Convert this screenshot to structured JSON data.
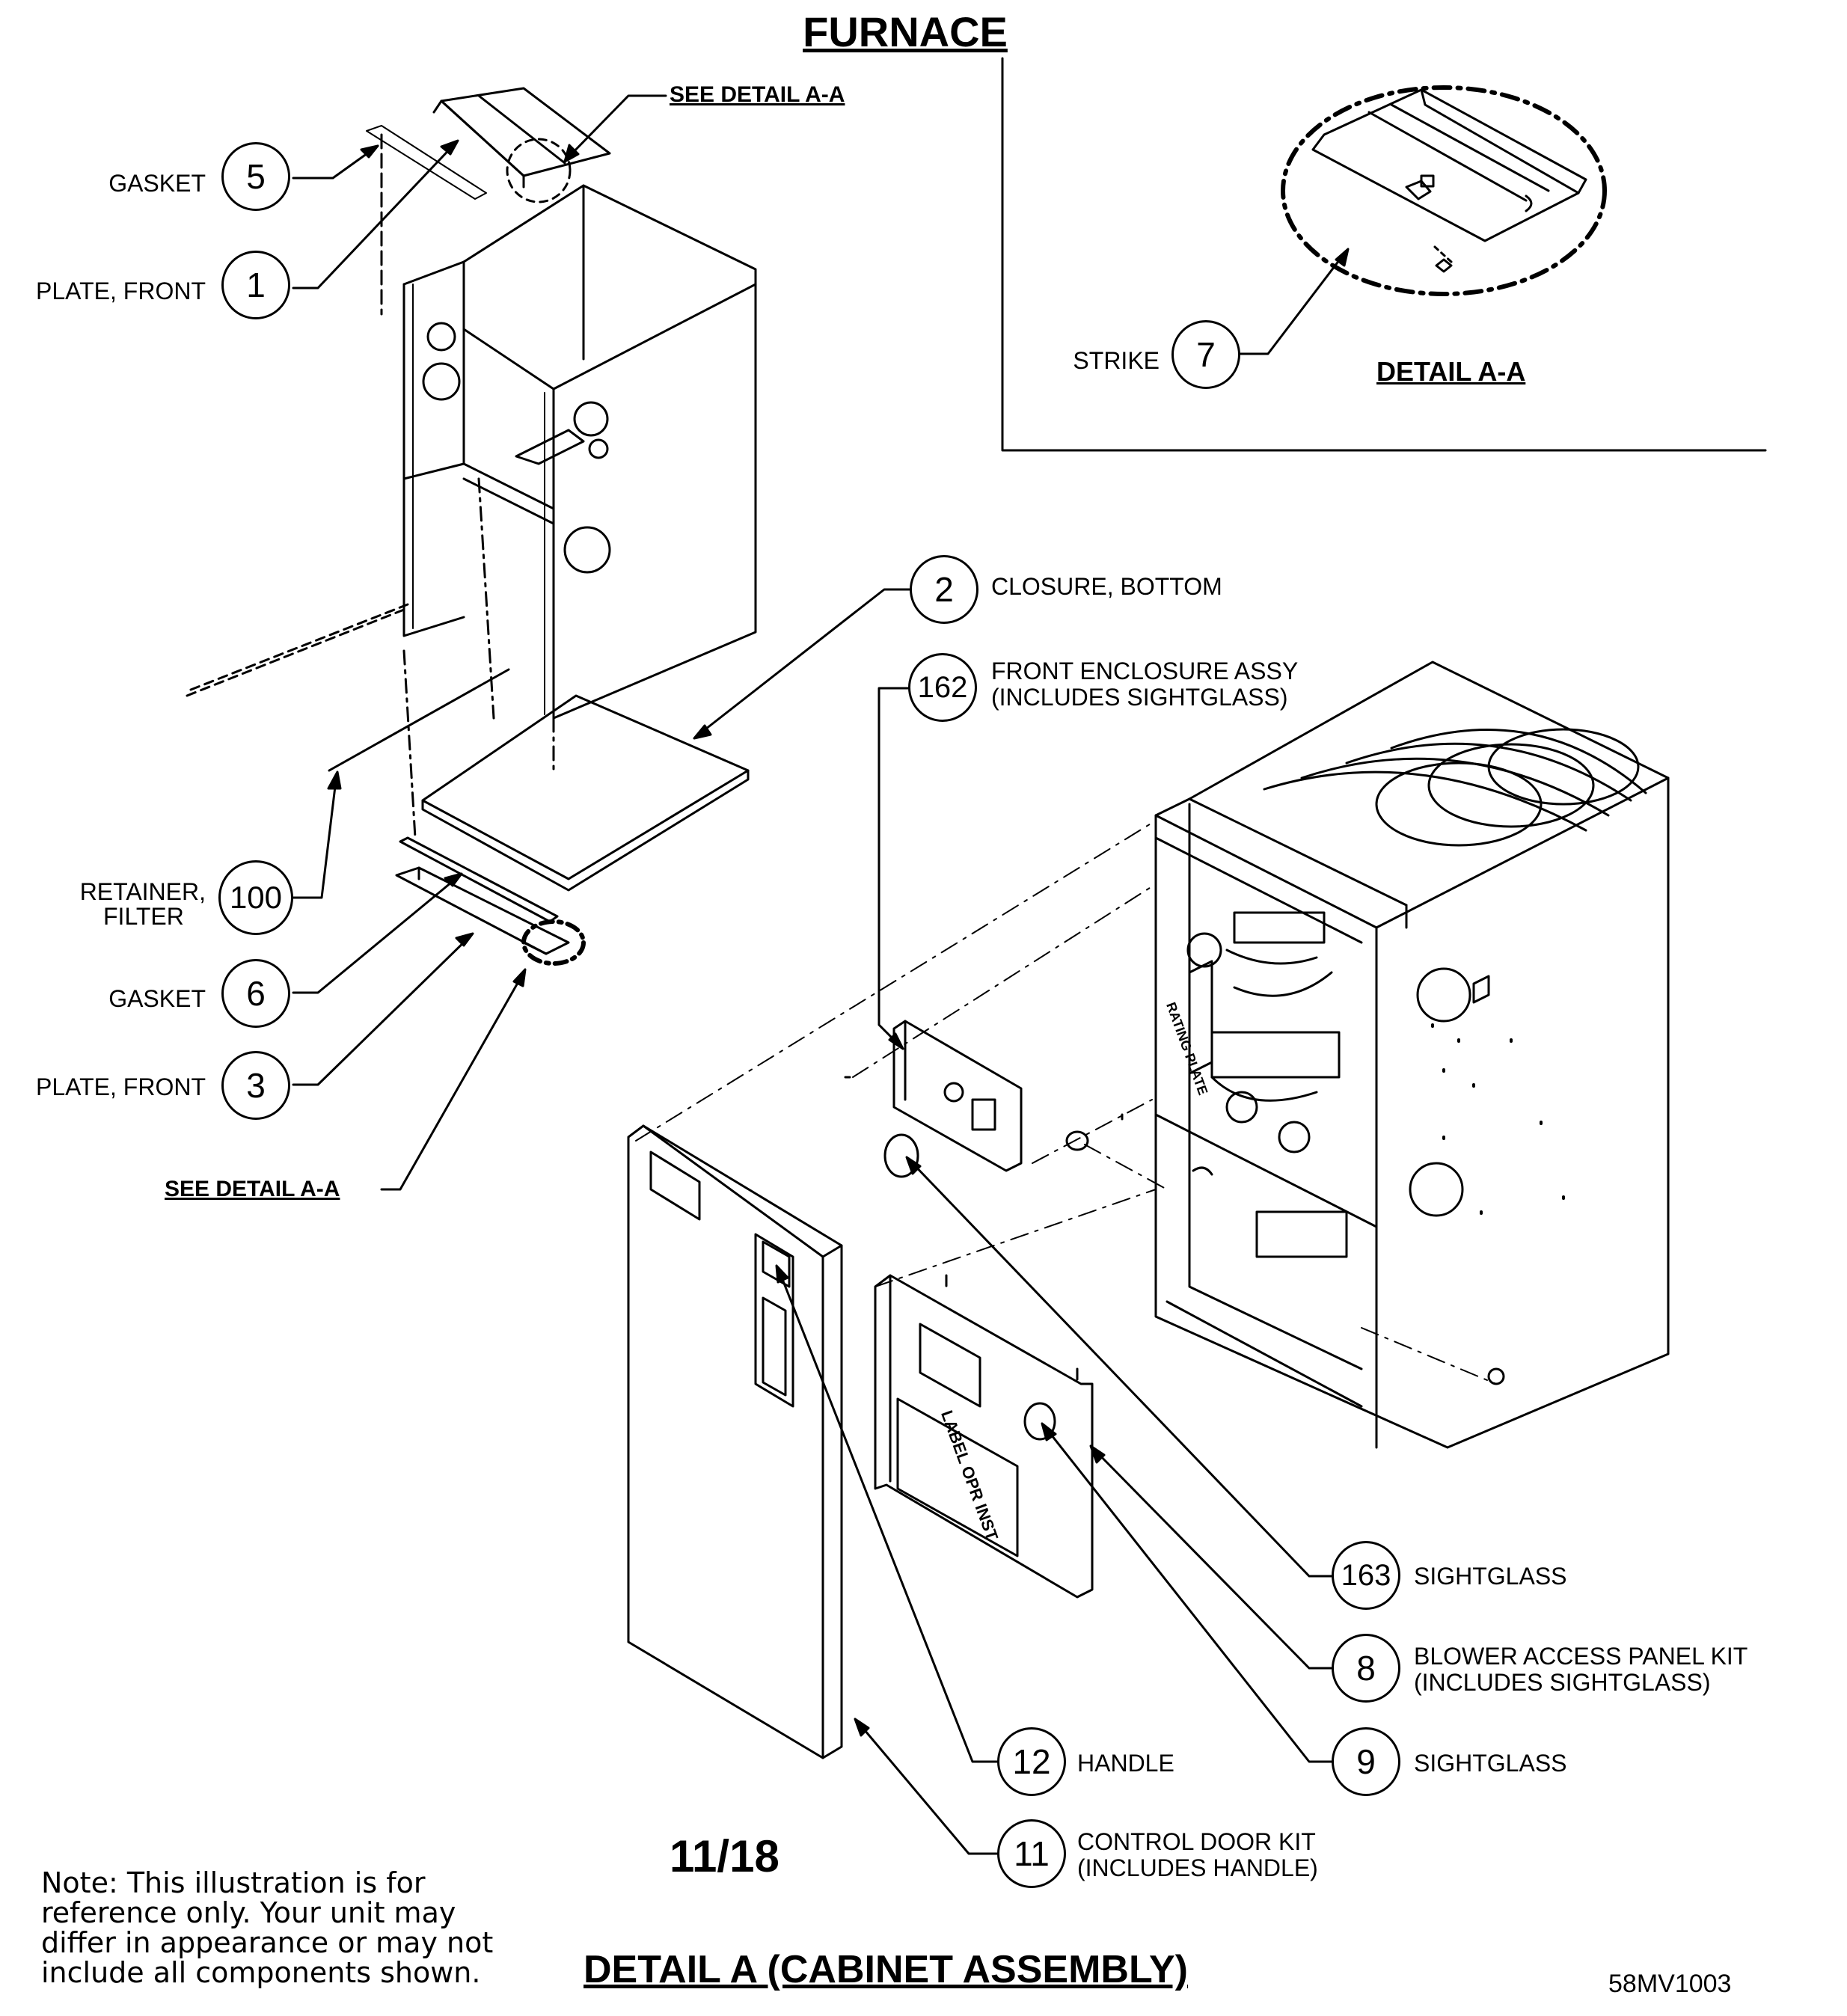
{
  "header": {
    "title": "FURNACE"
  },
  "detail_aa": {
    "heading": "DETAIL A-A"
  },
  "see_detail_top": "SEE DETAIL A-A",
  "see_detail_bottom": "SEE DETAIL A-A",
  "parts": [
    {
      "num": "5",
      "label": "GASKET"
    },
    {
      "num": "1",
      "label": "PLATE, FRONT"
    },
    {
      "num": "7",
      "label": "STRIKE"
    },
    {
      "num": "2",
      "label": "CLOSURE, BOTTOM"
    },
    {
      "num": "162",
      "label": "FRONT ENCLOSURE ASSY",
      "label2": "(INCLUDES SIGHTGLASS)"
    },
    {
      "num": "100",
      "label": "RETAINER,",
      "label2": "FILTER"
    },
    {
      "num": "6",
      "label": "GASKET"
    },
    {
      "num": "3",
      "label": "PLATE, FRONT"
    },
    {
      "num": "163",
      "label": "SIGHTGLASS"
    },
    {
      "num": "8",
      "label": "BLOWER ACCESS PANEL KIT",
      "label2": "(INCLUDES SIGHTGLASS)"
    },
    {
      "num": "12",
      "label": "HANDLE"
    },
    {
      "num": "9",
      "label": "SIGHTGLASS"
    },
    {
      "num": "11",
      "label": "CONTROL DOOR KIT",
      "label2": "(INCLUDES HANDLE)"
    }
  ],
  "panel_labels": {
    "rating_plate": "RATING PLATE",
    "label_opr_inst": "LABEL OPR INST"
  },
  "date": "11/18",
  "footer_title": "DETAIL A (CABINET ASSEMBLY)",
  "model_code": "58MV1003",
  "note": [
    "Note: This illustration is for",
    "reference only. Your unit may",
    "differ in appearance or may not",
    "include all components shown."
  ]
}
